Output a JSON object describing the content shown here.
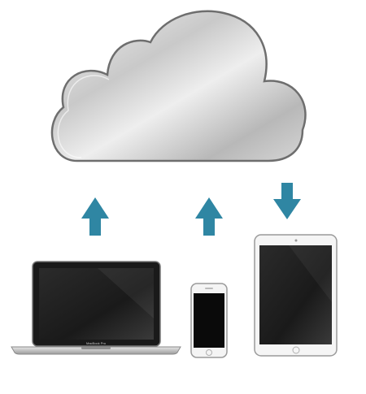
{
  "cloud": {
    "icon": "icloud-cloud-icon"
  },
  "arrows": [
    {
      "device": "laptop",
      "direction": "up",
      "color": "#2f86a3"
    },
    {
      "device": "phone",
      "direction": "up",
      "color": "#2f86a3"
    },
    {
      "device": "tablet",
      "direction": "down",
      "color": "#2f86a3"
    }
  ],
  "devices": {
    "laptop": {
      "icon": "laptop-icon",
      "brand_label": "MacBook Pro"
    },
    "phone": {
      "icon": "smartphone-icon"
    },
    "tablet": {
      "icon": "tablet-icon"
    }
  }
}
